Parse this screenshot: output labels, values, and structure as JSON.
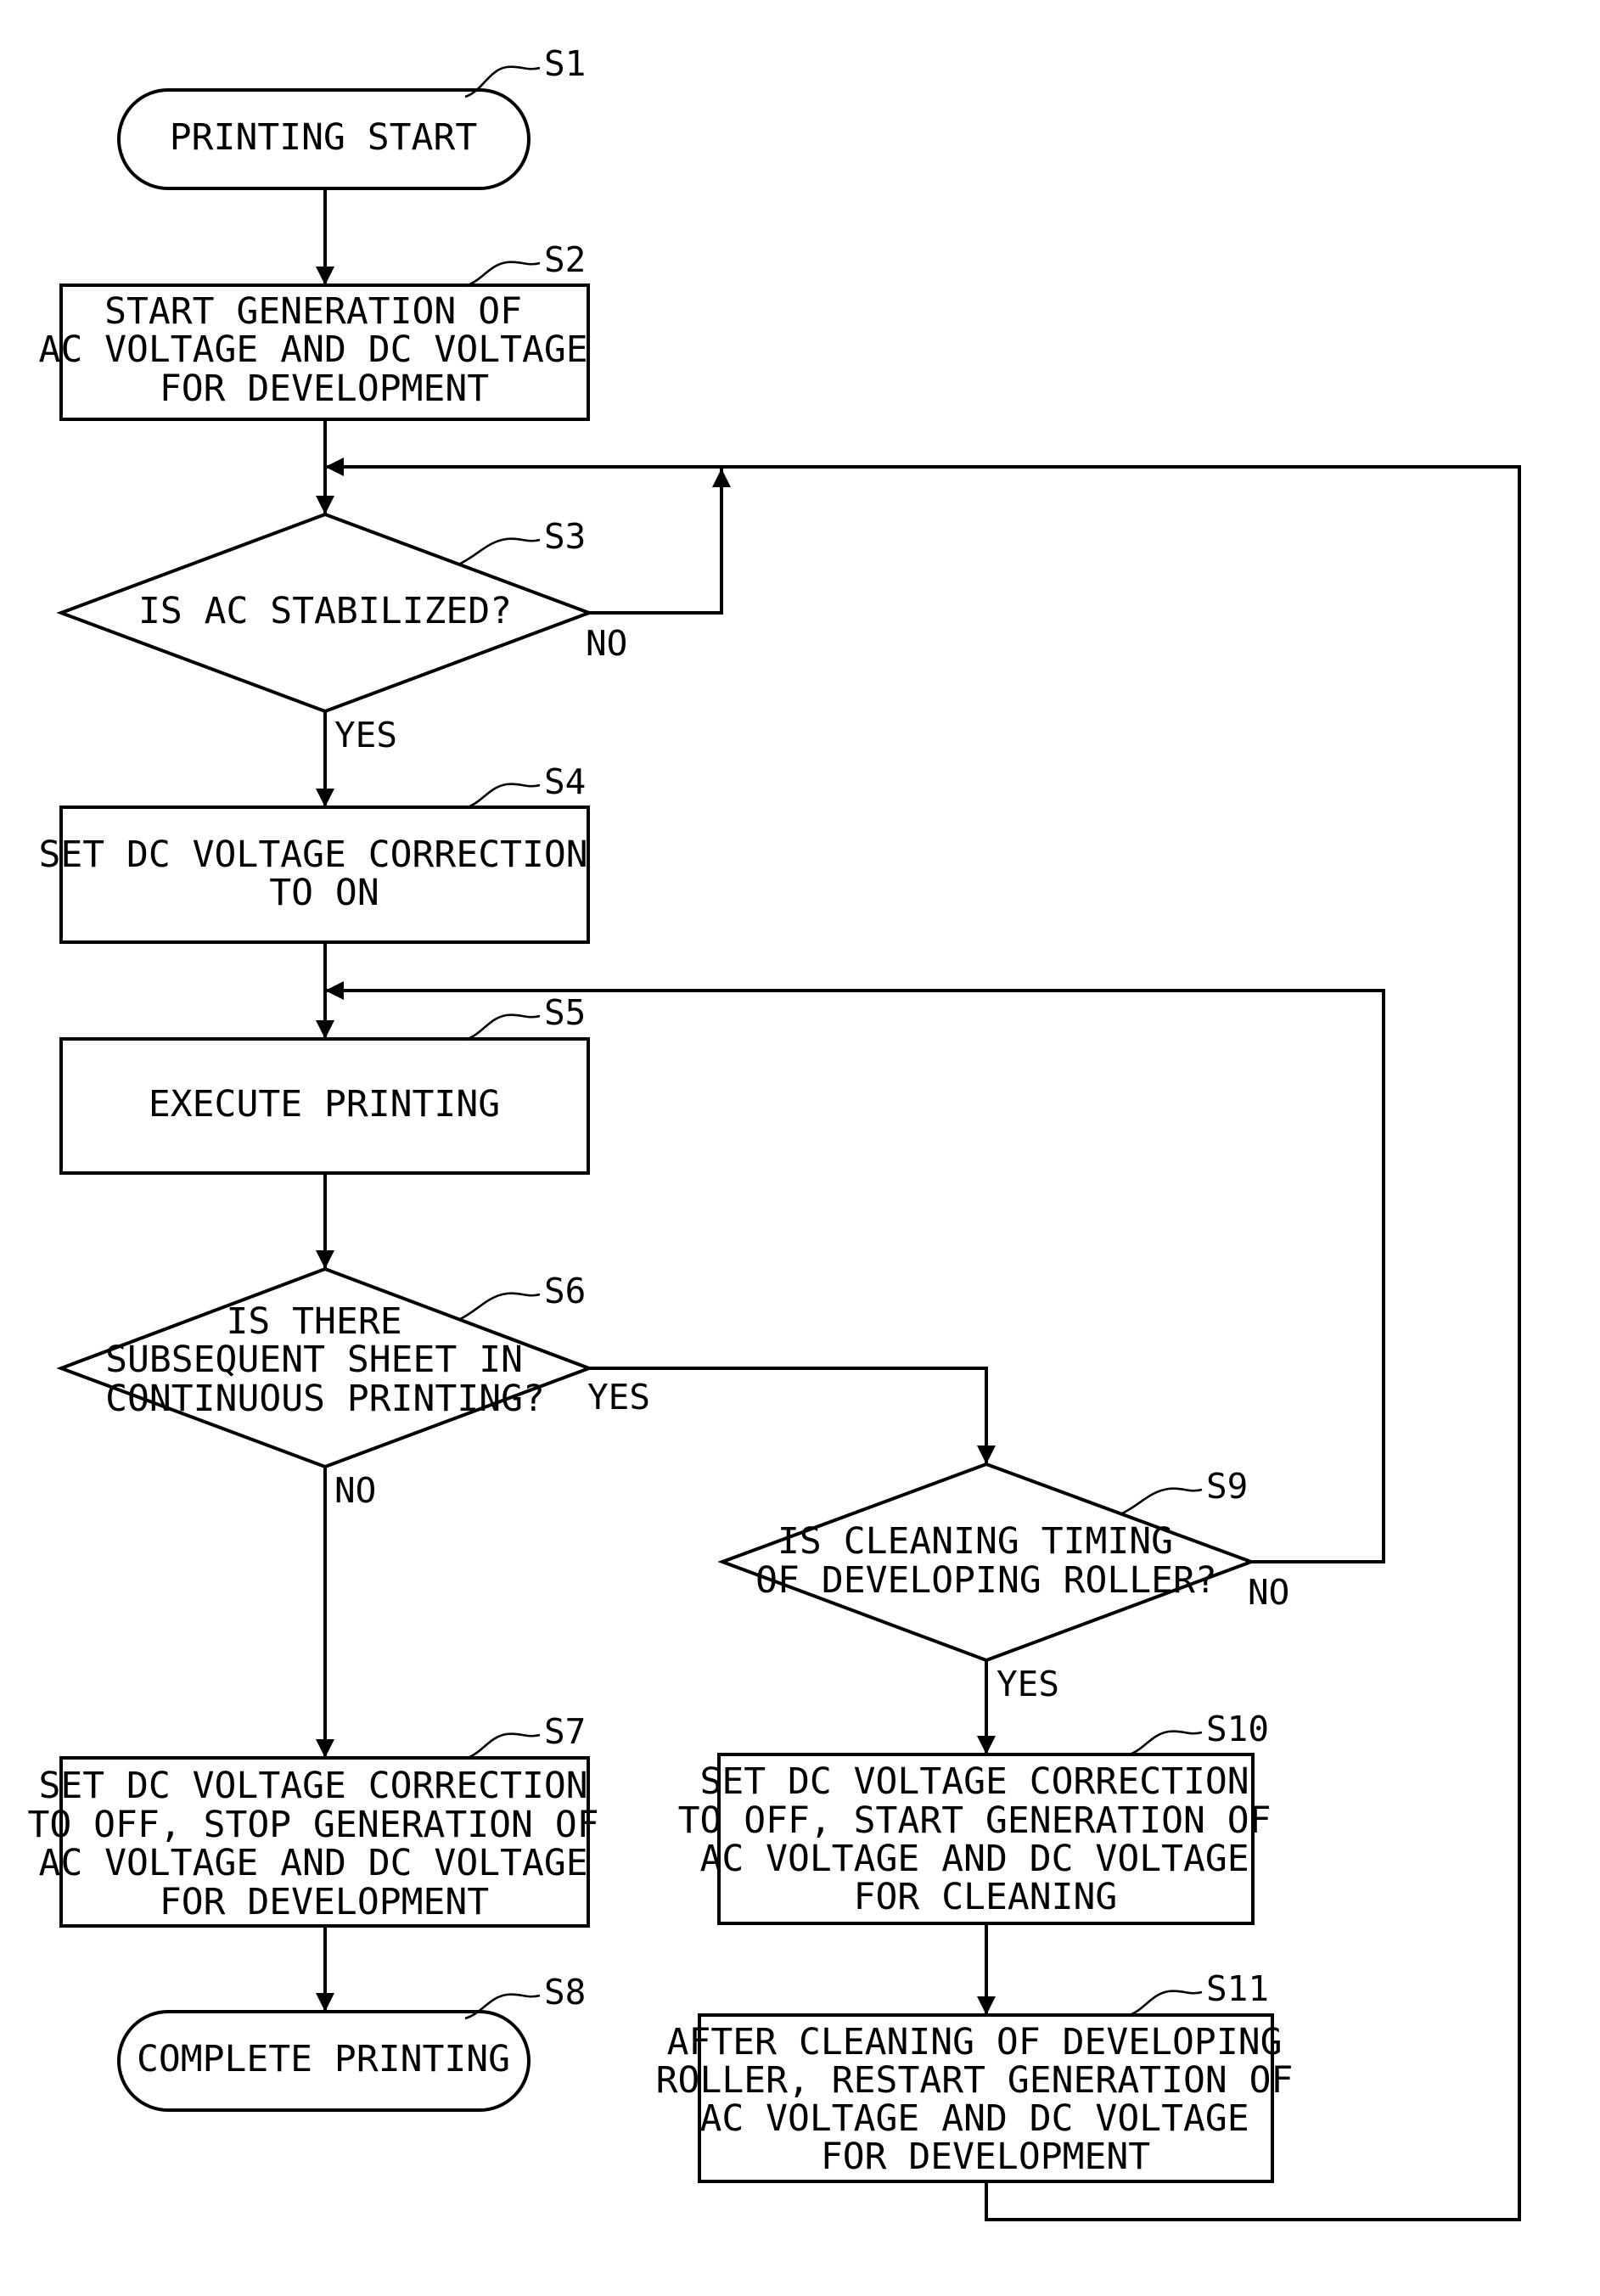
{
  "nodes": {
    "s1": {
      "id": "S1",
      "lines": [
        "PRINTING START"
      ]
    },
    "s2": {
      "id": "S2",
      "lines": [
        "START GENERATION OF",
        "AC VOLTAGE AND DC VOLTAGE",
        "FOR DEVELOPMENT"
      ]
    },
    "s3": {
      "id": "S3",
      "lines": [
        "IS AC STABILIZED?"
      ]
    },
    "s4": {
      "id": "S4",
      "lines": [
        "SET DC VOLTAGE CORRECTION",
        "TO ON"
      ]
    },
    "s5": {
      "id": "S5",
      "lines": [
        "EXECUTE PRINTING"
      ]
    },
    "s6": {
      "id": "S6",
      "lines": [
        "IS THERE",
        "SUBSEQUENT SHEET IN",
        "CONTINUOUS PRINTING?"
      ]
    },
    "s7": {
      "id": "S7",
      "lines": [
        "SET DC VOLTAGE CORRECTION",
        "TO OFF, STOP GENERATION OF",
        "AC VOLTAGE AND DC VOLTAGE",
        "FOR DEVELOPMENT"
      ]
    },
    "s8": {
      "id": "S8",
      "lines": [
        "COMPLETE PRINTING"
      ]
    },
    "s9": {
      "id": "S9",
      "lines": [
        "IS CLEANING TIMING",
        "OF DEVELOPING ROLLER?"
      ]
    },
    "s10": {
      "id": "S10",
      "lines": [
        "SET DC VOLTAGE CORRECTION",
        "TO OFF, START GENERATION OF",
        "AC VOLTAGE AND DC VOLTAGE",
        "FOR CLEANING"
      ]
    },
    "s11": {
      "id": "S11",
      "lines": [
        "AFTER CLEANING OF DEVELOPING",
        "ROLLER, RESTART GENERATION OF",
        "AC VOLTAGE AND DC VOLTAGE",
        "FOR DEVELOPMENT"
      ]
    }
  },
  "branches": {
    "s3_no": "NO",
    "s3_yes": "YES",
    "s6_yes": "YES",
    "s6_no": "NO",
    "s9_no": "NO",
    "s9_yes": "YES"
  }
}
